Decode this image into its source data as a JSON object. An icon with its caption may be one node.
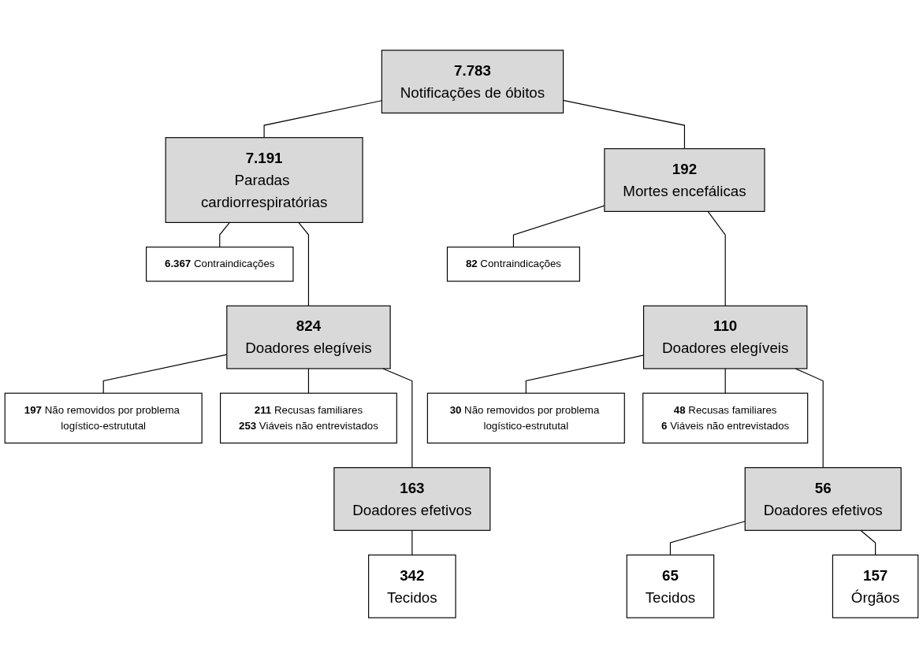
{
  "diagram": {
    "nodes": [
      {
        "text": [
          "7.783",
          "Notificações de óbitos"
        ]
      },
      {
        "text": [
          "7.191",
          "Paradas cardiorrespiratórias"
        ]
      },
      {
        "text": [
          "192",
          "Mortes encefálicas"
        ]
      },
      {
        "text": [
          "**6.367** Contraindicações"
        ]
      },
      {
        "text": [
          "**82** Contraindicações"
        ]
      },
      {
        "text": [
          "824",
          "Doadores elegíveis"
        ]
      },
      {
        "text": [
          "110",
          "Doadores elegíveis"
        ]
      },
      {
        "text": [
          "**197** Não removidos por problema logístico-estrututal"
        ]
      },
      {
        "text": [
          "**211** Recusas familiares",
          "**253** Viáveis não entrevistados"
        ]
      },
      {
        "text": [
          "**30** Não removidos por problema logístico-estrututal"
        ]
      },
      {
        "text": [
          "**48** Recusas familiares",
          "**6** Viáveis não entrevistados"
        ]
      },
      {
        "text": [
          "163",
          "Doadores efetivos"
        ]
      },
      {
        "text": [
          "56",
          "Doadores efetivos"
        ]
      },
      {
        "text": [
          "342",
          "Tecidos"
        ]
      },
      {
        "text": [
          "65",
          "Tecidos"
        ]
      },
      {
        "text": [
          "157",
          "Órgãos"
        ]
      }
    ],
    "edges": [
      {
        "from": 0,
        "to": 1,
        "arrow": "none"
      },
      {
        "from": 0,
        "to": 2,
        "arrow": "none"
      },
      {
        "from": 1,
        "to": 3,
        "arrow": "none"
      },
      {
        "from": 2,
        "to": 4,
        "arrow": "none"
      },
      {
        "from": 1,
        "to": 5,
        "arrow": "none"
      },
      {
        "from": 2,
        "to": 6,
        "arrow": "none"
      },
      {
        "from": 5,
        "to": 7,
        "arrow": "none"
      },
      {
        "from": 5,
        "to": 8,
        "arrow": "none"
      },
      {
        "from": 6,
        "to": 9,
        "arrow": "none"
      },
      {
        "from": 6,
        "to": 10,
        "arrow": "none"
      },
      {
        "from": 5,
        "to": 11,
        "arrow": "none"
      },
      {
        "from": 6,
        "to": 12,
        "arrow": "none"
      },
      {
        "from": 11,
        "to": 13,
        "arrow": "none"
      },
      {
        "from": 12,
        "to": 14,
        "arrow": "none"
      },
      {
        "from": 12,
        "to": 15,
        "arrow": "none"
      }
    ]
  }
}
